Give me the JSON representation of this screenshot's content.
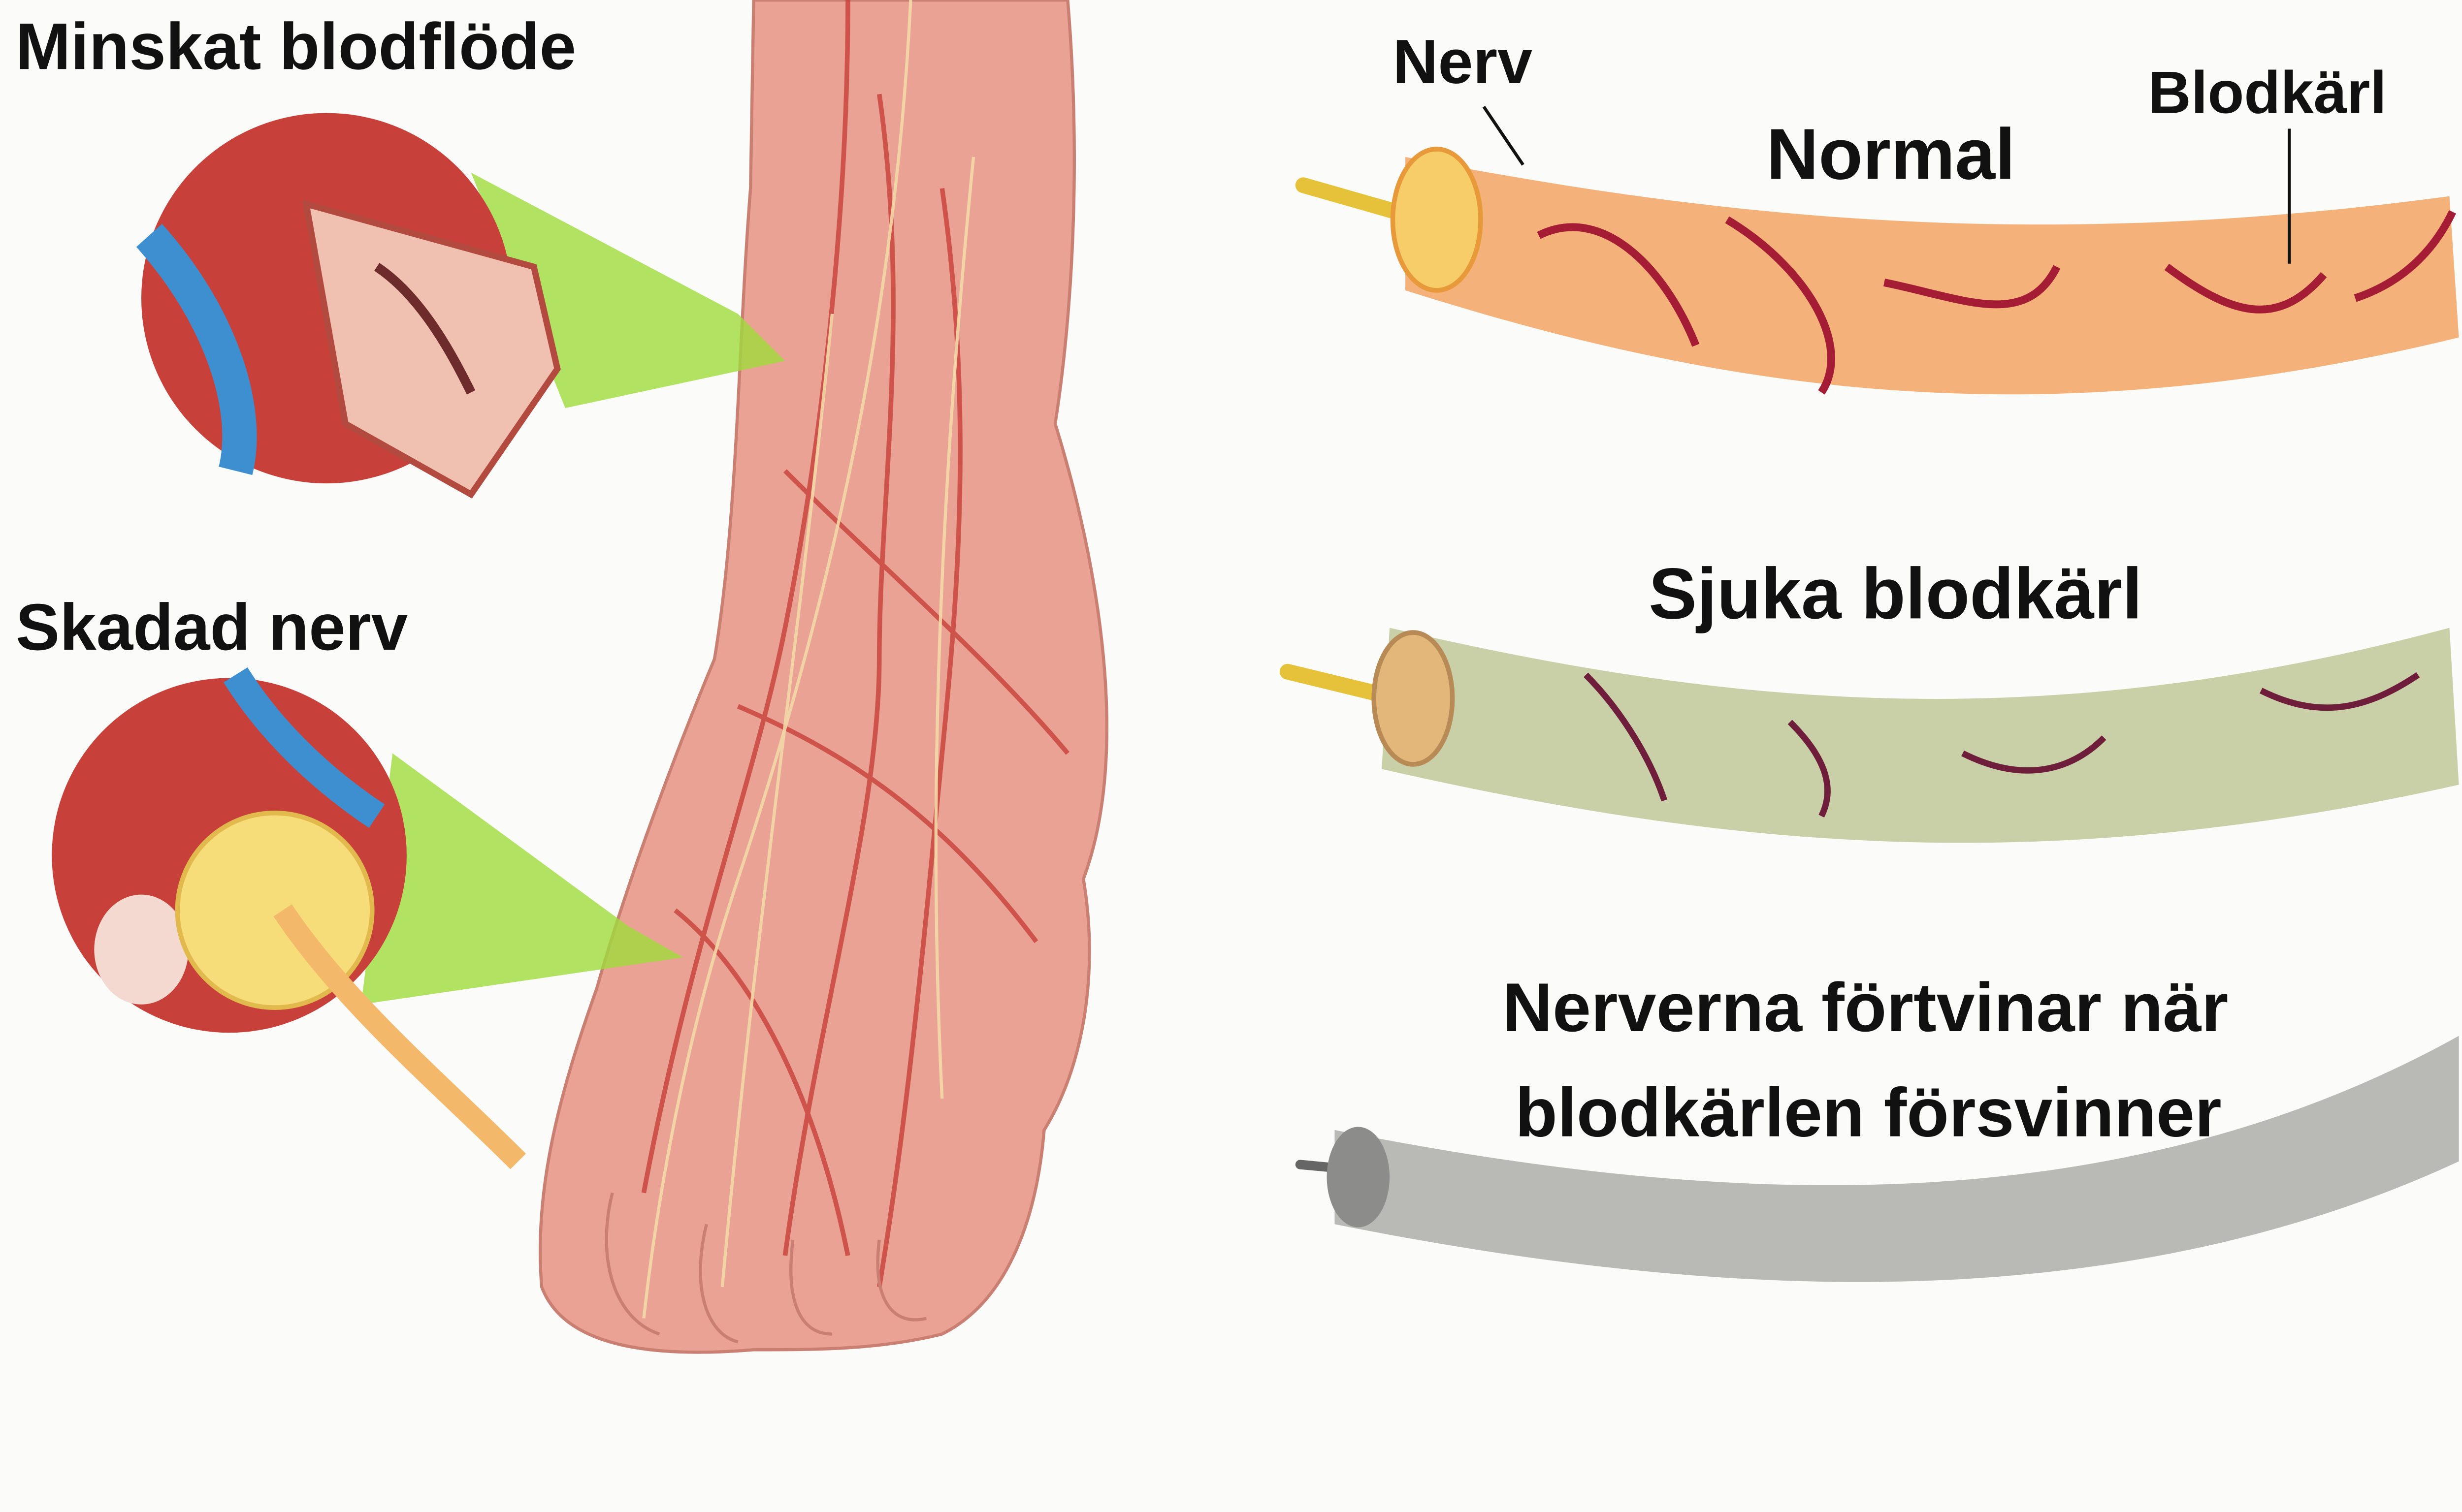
{
  "labels": {
    "reduced_blood_flow": "Minskat blodflöde",
    "damaged_nerve": "Skadad nerv",
    "nerve": "Nerv",
    "normal": "Normal",
    "blood_vessel": "Blodkärl",
    "diseased_vessels": "Sjuka blodkärl",
    "atrophy_line1": "Nerverna förtvinar när",
    "atrophy_line2": "blodkärlen försvinner"
  },
  "colors": {
    "skin": "#e9a293",
    "artery": "#c8403a",
    "vein": "#3d8fd0",
    "nerve_fiber": "#f3d9a8",
    "callout": "#9fdc3c",
    "healthy_nerve": "#f4b27a",
    "vessel": "#a51c35",
    "diseased_nerve": "#c9d0a8",
    "atrophied_nerve": "#b9bab6"
  }
}
